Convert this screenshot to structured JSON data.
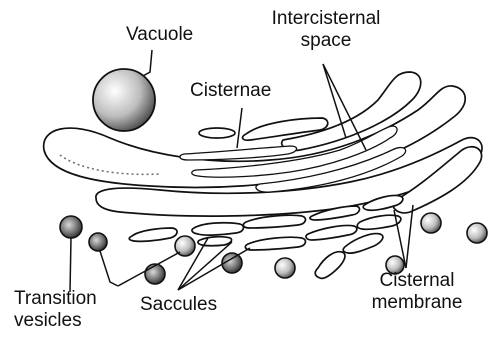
{
  "labels": {
    "vacuole": "Vacuole",
    "intercisternal_space_line1": "Intercisternal",
    "intercisternal_space_line2": "space",
    "cisternae": "Cisternae",
    "transition_vesicles_line1": "Transition",
    "transition_vesicles_line2": "vesicles",
    "saccules": "Saccules",
    "cisternal_membrane_line1": "Cisternal",
    "cisternal_membrane_line2": "membrane"
  },
  "colors": {
    "ink": "#111111",
    "background": "#ffffff"
  }
}
